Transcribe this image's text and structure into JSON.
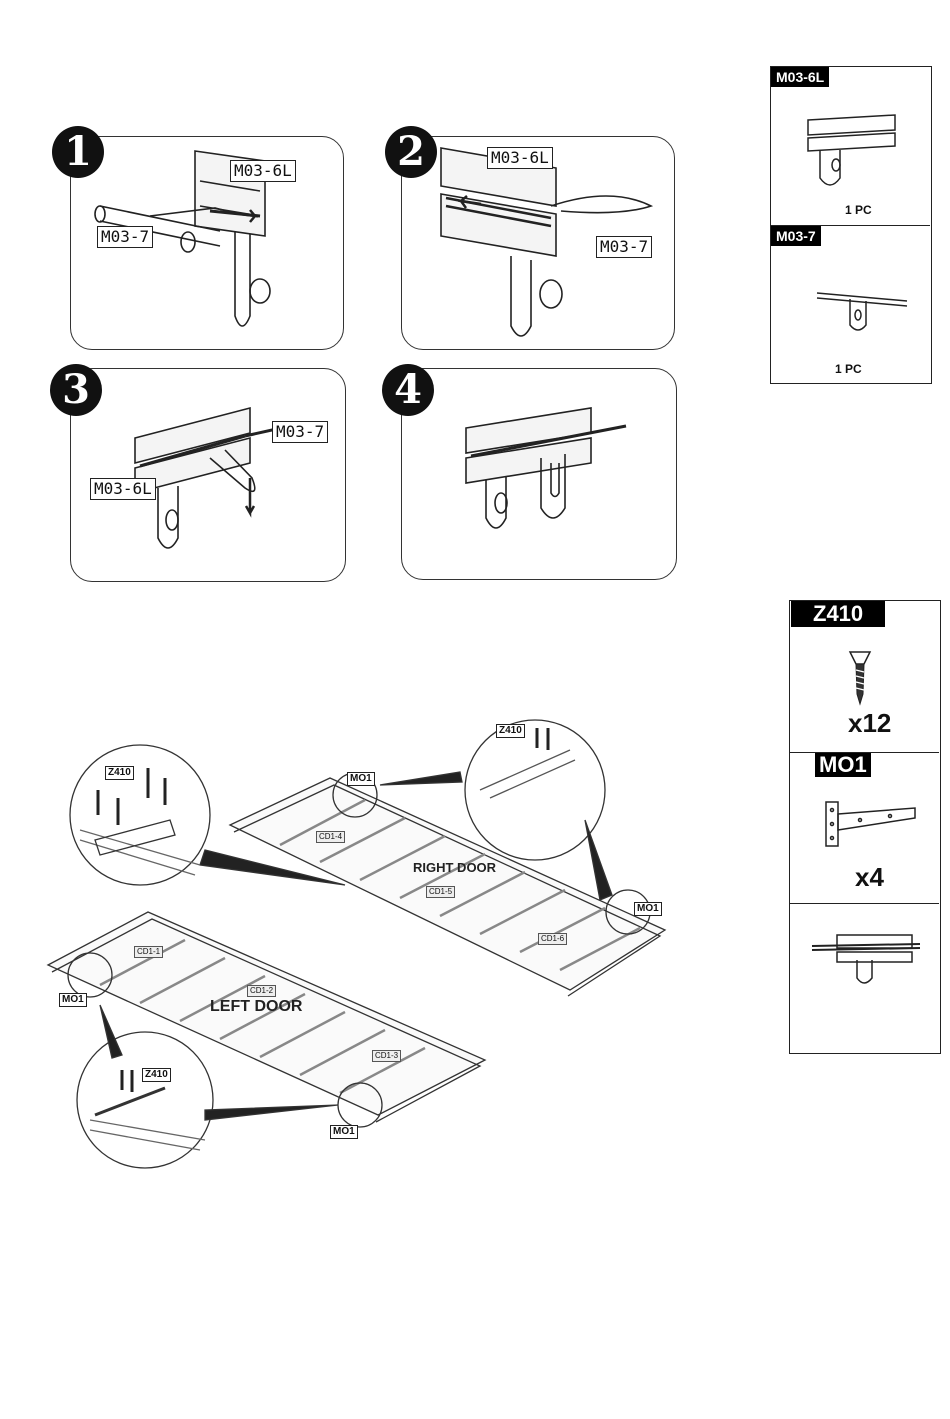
{
  "steps": [
    {
      "number": "1",
      "labels": [
        "M03-6L",
        "M03-7"
      ]
    },
    {
      "number": "2",
      "labels": [
        "M03-6L",
        "M03-7"
      ]
    },
    {
      "number": "3",
      "labels": [
        "M03-7",
        "M03-6L"
      ]
    },
    {
      "number": "4",
      "labels": []
    }
  ],
  "parts_top": [
    {
      "code": "M03-6L",
      "qty": "1 PC"
    },
    {
      "code": "M03-7",
      "qty": "1 PC"
    }
  ],
  "parts_bottom": [
    {
      "code": "Z410",
      "qty": "x12"
    },
    {
      "code": "MO1",
      "qty": "x4"
    }
  ],
  "doors": {
    "right_title": "RIGHT DOOR",
    "left_title": "LEFT DOOR",
    "right_panels": [
      "CD1-4",
      "CD1-5",
      "CD1-6"
    ],
    "left_panels": [
      "CD1-1",
      "CD1-2",
      "CD1-3"
    ],
    "hinge_label": "MO1",
    "screw_label": "Z410"
  }
}
